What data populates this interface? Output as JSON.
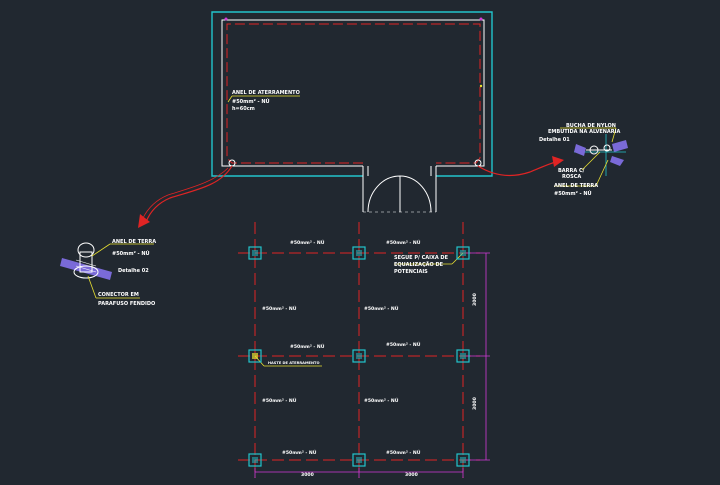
{
  "colors": {
    "background": "#212830",
    "room_outline": "#22c4cc",
    "room_inner": "#ffffff",
    "ground_wire": "#e02424",
    "annotation": "#ffffff",
    "leader": "#e8e030",
    "dimension": "#d23ad8",
    "terminal": "#22c4cc",
    "sleeve": "#7a6ad8"
  },
  "labels": {
    "ring_title": "ANEL DE ATERRAMENTO",
    "ring_spec": "#50mm² - NÚ",
    "ring_h": "h=60cm",
    "nylon_1": "BUCHA DE NYLON",
    "nylon_2": "EMBUTIDA NA ALVENARIA",
    "detail_01": "Detalhe 01",
    "threaded_rod_1": "BARRA C/",
    "threaded_rod_2": "ROSCA",
    "ring_right_title": "ANEL DE TERRA",
    "ring_right_spec": "#50mm² - NÚ",
    "ring_left_title": "ANEL DE TERRA",
    "ring_left_spec": "#50mm² - NÚ",
    "detail_02": "Detalhe 02",
    "connector_1": "CONECTOR EM",
    "connector_2": "PARAFUSO FENDIDO",
    "equip_1": "SEGUE P/ CAIXA DE",
    "equip_2": "EQUALIZAÇÃO DE",
    "equip_3": "POTENCIAIS",
    "mesh_note": "HASTE DE ATERRAMENTO",
    "dim_h1": "3000",
    "dim_h2": "3000",
    "dim_v1": "3000",
    "dim_v2": "3000"
  },
  "mesh_specs": [
    "#50mm² - NÚ",
    "#50mm² - NÚ",
    "#50mm² - NÚ",
    "#50mm² - NÚ",
    "#50mm² - NÚ",
    "#50mm² - NÚ",
    "#50mm² - NÚ",
    "#50mm² - NÚ",
    "#50mm² - NÚ",
    "#50mm² - NÚ"
  ]
}
